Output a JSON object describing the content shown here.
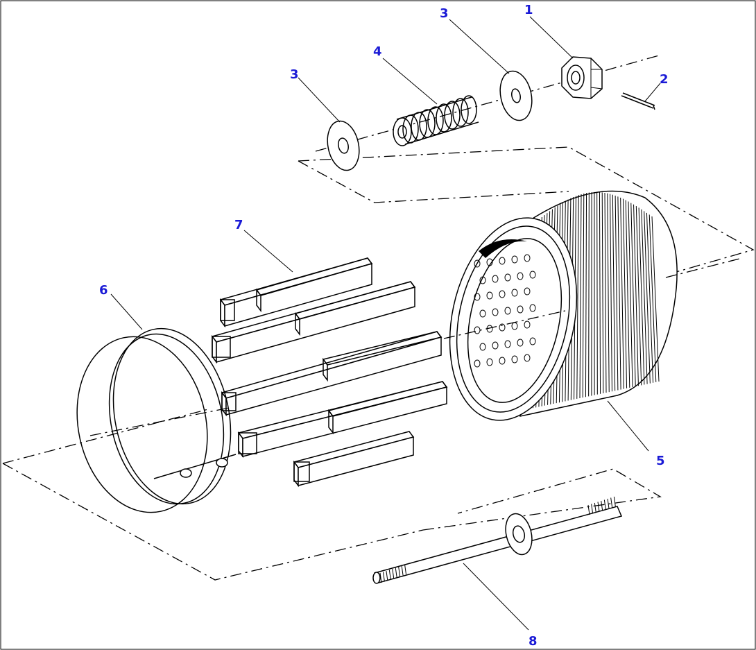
{
  "callouts": {
    "nut": "1",
    "pin": "2",
    "washer_left": "3",
    "washer_right": "3",
    "spring": "4",
    "filter_element": "5",
    "ring": "6",
    "spacer_bars": "7",
    "stud": "8"
  }
}
